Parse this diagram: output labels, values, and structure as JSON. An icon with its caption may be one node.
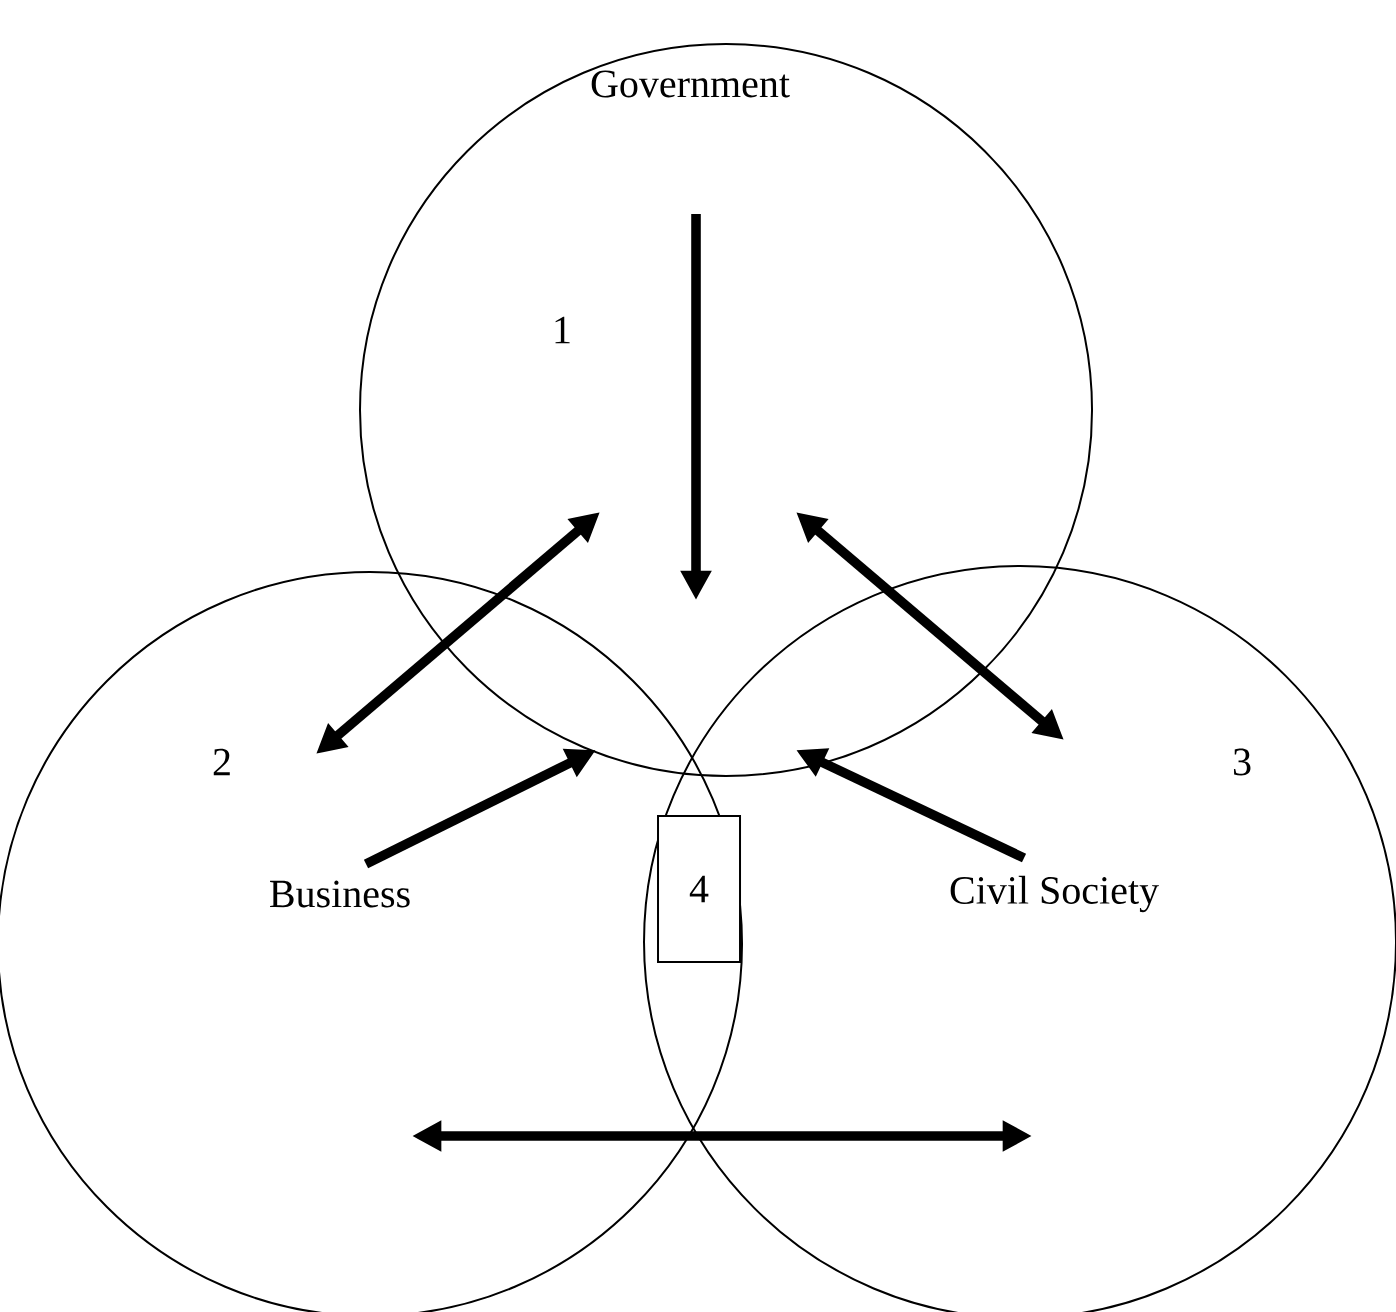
{
  "diagram": {
    "nodes": [
      {
        "text": [
          "Government",
          "1"
        ]
      },
      {
        "text": [
          "Business",
          "2"
        ]
      },
      {
        "text": [
          "Civil Society",
          "3"
        ]
      },
      {
        "text": [
          "4"
        ]
      }
    ],
    "edges": [
      {
        "from": 0,
        "to": null,
        "arrow": "to"
      },
      {
        "from": 1,
        "to": 0,
        "arrow": "both"
      },
      {
        "from": 0,
        "to": 2,
        "arrow": "both"
      },
      {
        "from": 1,
        "to": 0,
        "arrow": "to"
      },
      {
        "from": 2,
        "to": 0,
        "arrow": "to"
      },
      {
        "from": 1,
        "to": 2,
        "arrow": "both"
      }
    ]
  }
}
